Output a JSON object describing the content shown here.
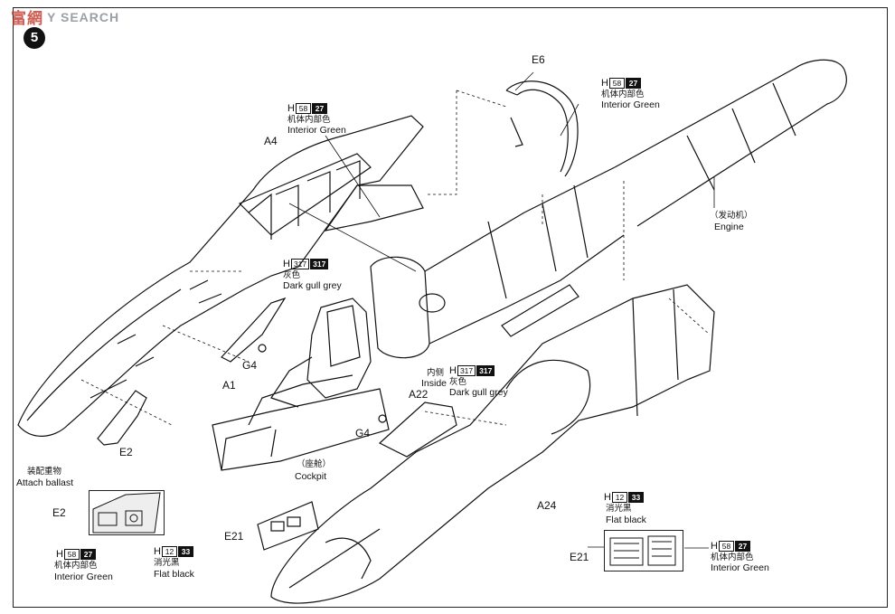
{
  "watermark": {
    "cn_text": "富網",
    "site_text": "Y SEARCH"
  },
  "step_number": "5",
  "parts": {
    "E6": "E6",
    "A4": "A4",
    "G4_upper": "G4",
    "A1": "A1",
    "E2_main": "E2",
    "A22": "A22",
    "G4_lower": "G4",
    "A24": "A24",
    "E21_left": "E21",
    "E2_inset": "E2",
    "E21_inset": "E21"
  },
  "labels": {
    "engine_cn": "（发动机）",
    "engine_en": "Engine",
    "cockpit_cn": "（座舱）",
    "cockpit_en": "Cockpit",
    "ballast_cn": "装配重物",
    "ballast_en": "Attach ballast",
    "inside_cn": "内侧",
    "inside_en": "Inside"
  },
  "paints": {
    "h58": {
      "prefix": "H",
      "code": "58",
      "ref": "27",
      "cn": "机体内部色",
      "en": "Interior Green"
    },
    "h317": {
      "prefix": "H",
      "code": "317",
      "ref": "317",
      "cn": "灰色",
      "en": "Dark gull grey"
    },
    "h12": {
      "prefix": "H",
      "code": "12",
      "ref": "33",
      "cn": "消光黑",
      "en": "Flat black"
    }
  }
}
